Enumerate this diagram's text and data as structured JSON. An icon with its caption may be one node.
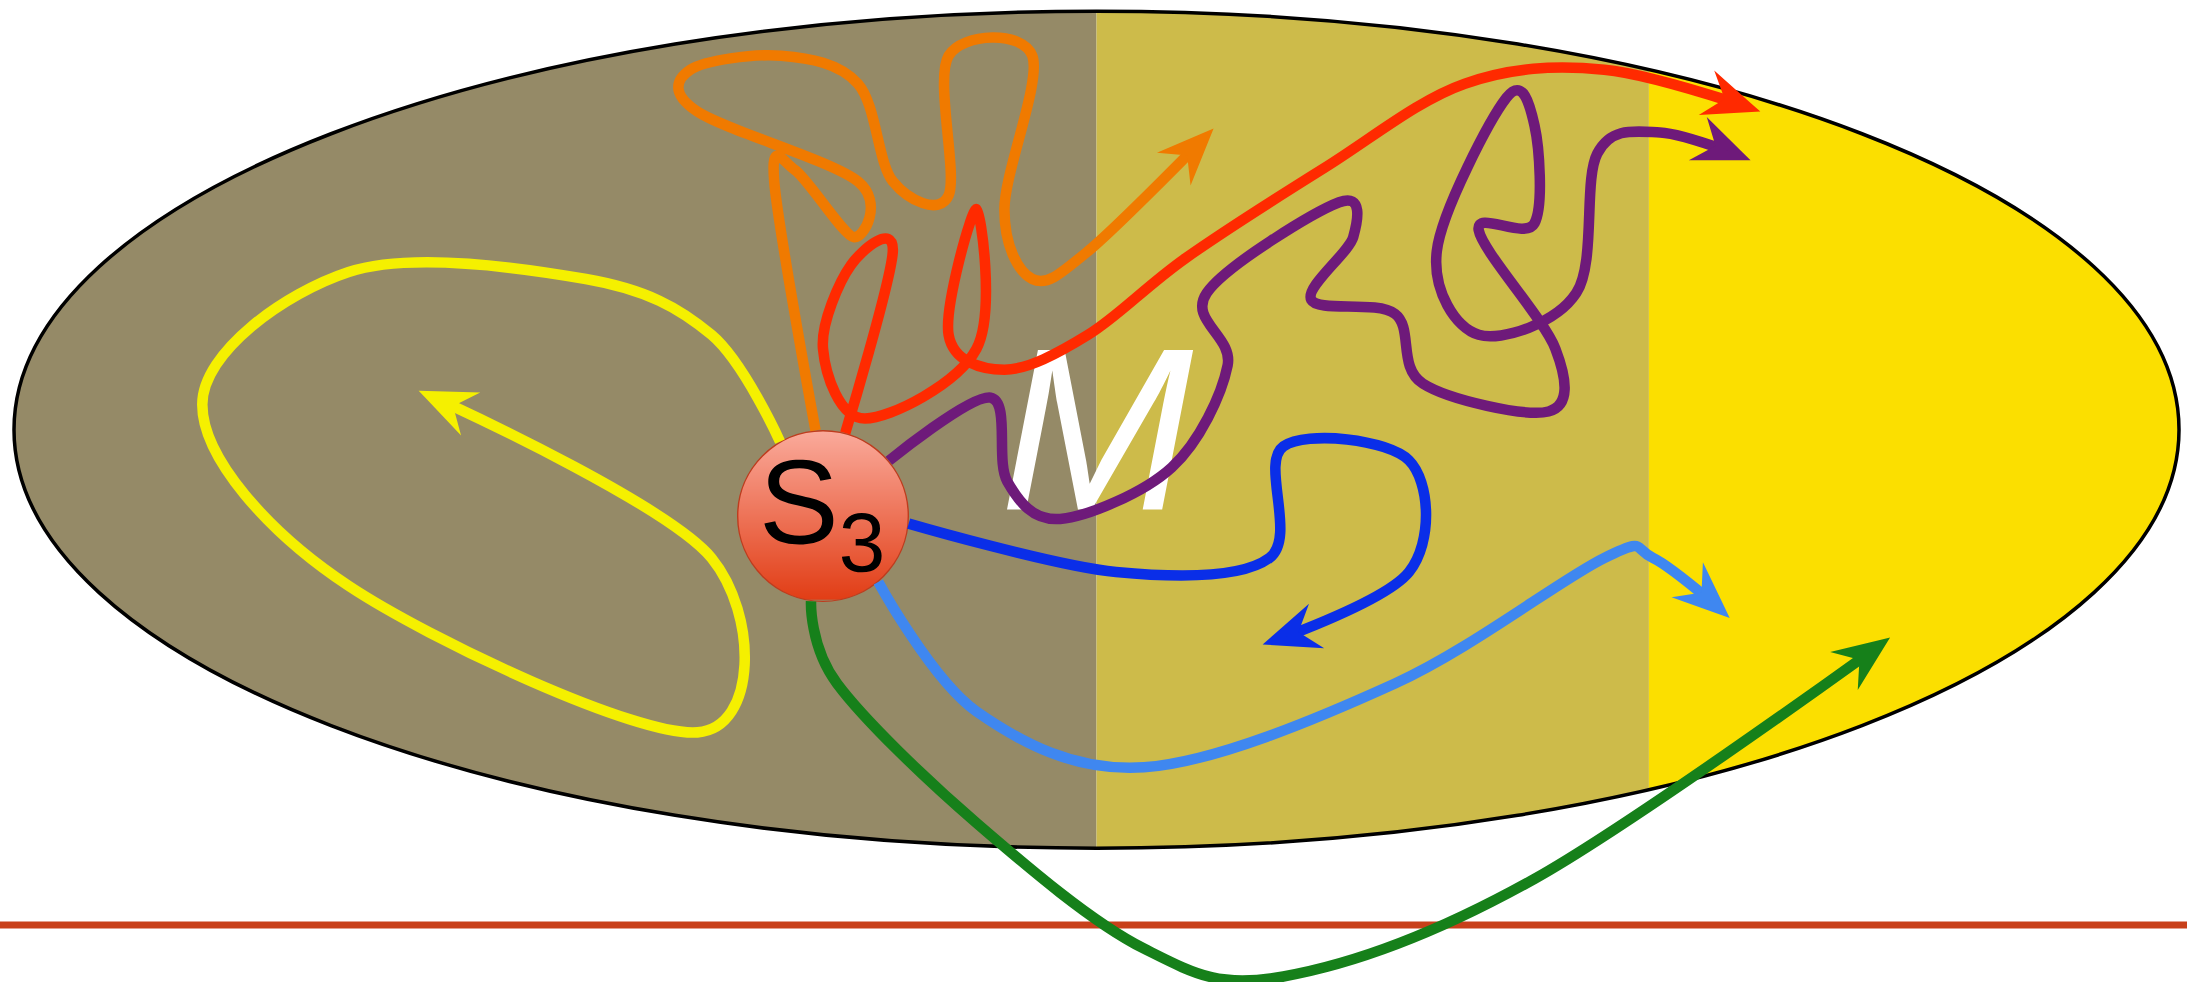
{
  "diagram": {
    "nodes": [
      {
        "text": [
          "M"
        ]
      },
      {
        "text": [
          "S$_{3}$"
        ],
        "in": 0
      }
    ],
    "edges": [
      {
        "from": 1,
        "to": null,
        "arrow": "to",
        "color": "#f5f000"
      },
      {
        "from": 1,
        "to": null,
        "arrow": "to",
        "color": "#f07a00"
      },
      {
        "from": 1,
        "to": null,
        "arrow": "to",
        "color": "#ff2a00"
      },
      {
        "from": 1,
        "to": null,
        "arrow": "to",
        "color": "#6e1a7a"
      },
      {
        "from": 1,
        "to": null,
        "arrow": "to",
        "color": "#0a2ee8"
      },
      {
        "from": 1,
        "to": null,
        "arrow": "to",
        "color": "#3f87f0"
      },
      {
        "from": 1,
        "to": null,
        "arrow": "to",
        "color": "#16801a"
      }
    ]
  }
}
